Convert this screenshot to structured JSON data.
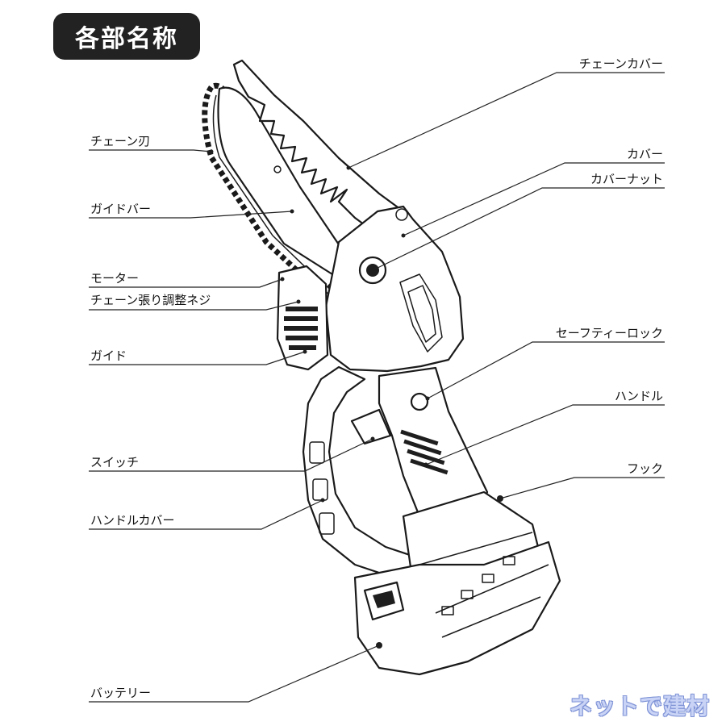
{
  "title": "各部名称",
  "labels": {
    "chain_cover": "チェーンカバー",
    "chain_blade": "チェーン刃",
    "cover": "カバー",
    "cover_nut": "カバーナット",
    "guide_bar": "ガイドバー",
    "motor": "モーター",
    "chain_tension_screw": "チェーン張り調整ネジ",
    "safety_lock": "セーフティーロック",
    "guide": "ガイド",
    "handle": "ハンドル",
    "switch": "スイッチ",
    "hook": "フック",
    "handle_cover": "ハンドルカバー",
    "battery": "バッテリー"
  },
  "watermark": "ネットで建材",
  "colors": {
    "ink": "#1a1a1a",
    "title_bg": "#222222",
    "watermark": "#c9d3f5"
  }
}
